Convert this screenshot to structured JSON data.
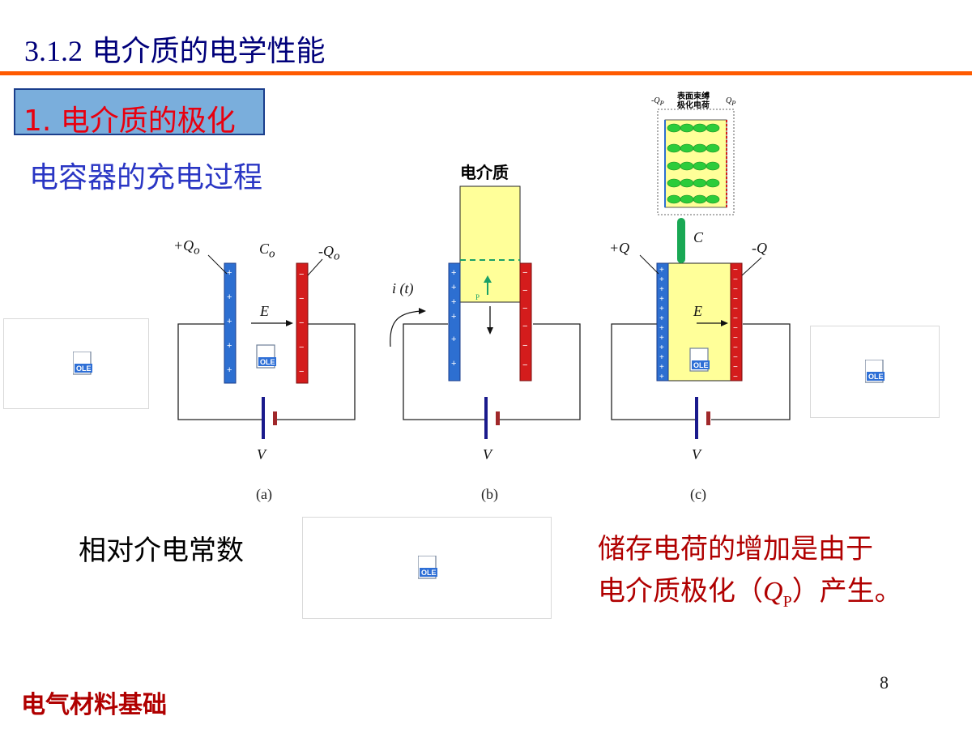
{
  "header": {
    "number": "3.1.2",
    "title": "电介质的电学性能"
  },
  "section": {
    "label": "1. 电介质的极化"
  },
  "subtitle": "电容器的充电过程",
  "diagram": {
    "a": {
      "caption": "(a)",
      "plus_q": "+Q",
      "plus_q_sub": "o",
      "minus_q": "-Q",
      "minus_q_sub": "o",
      "cap": "C",
      "cap_sub": "o",
      "field": "E",
      "voltage": "V"
    },
    "b": {
      "caption": "(b)",
      "dielectric_label": "电介质",
      "current": "i (t)",
      "p_label": "P",
      "voltage": "V"
    },
    "c": {
      "caption": "(c)",
      "plus_q": "+Q",
      "minus_q": "-Q",
      "cap": "C",
      "field": "E",
      "voltage": "V",
      "inset_title_1": "表面束缚",
      "inset_title_2": "极化电荷",
      "inset_minus_qp": "-Q",
      "inset_qp": "Q",
      "inset_sub": "P"
    }
  },
  "ole": {
    "label": "OLE"
  },
  "relative_permittivity": "相对介电常数",
  "note": {
    "line1": "储存电荷的增加是由于",
    "line2_pre": "电介质极化（",
    "qp_main": "Q",
    "qp_sub": "P",
    "line2_post": "）产生。"
  },
  "page_number": "8",
  "footer": "电气材料基础",
  "colors": {
    "title": "#00007a",
    "rule": "#ff5a00",
    "section_bg": "#7aaedc",
    "section_text": "#e8000f",
    "subtitle": "#2a36c4",
    "note": "#b00000",
    "plate_pos": "#2d6fd1",
    "plate_neg": "#d41c1c",
    "dielectric": "#ffff99"
  }
}
